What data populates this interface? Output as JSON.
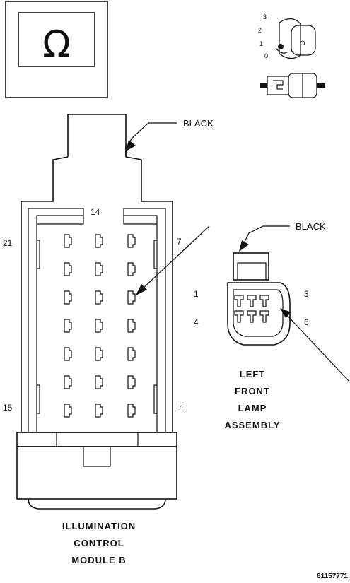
{
  "ohm_symbol": "Ω",
  "ignition": {
    "icon": "ignition-key-icon",
    "positions": [
      "3",
      "2",
      "1",
      "0"
    ],
    "key_letter": "O"
  },
  "module_connector": {
    "color_label": "BLACK",
    "cavity_labels": {
      "top": "14",
      "left_top": "21",
      "right_top": "7",
      "left_bottom": "15",
      "right_bottom": "1"
    },
    "caption_lines": [
      "ILLUMINATION",
      "CONTROL",
      "MODULE B"
    ]
  },
  "lamp_connector": {
    "color_label": "BLACK",
    "cavity_labels": {
      "top_left": "1",
      "top_right": "3",
      "bottom_left": "4",
      "bottom_right": "6"
    },
    "caption_lines": [
      "LEFT",
      "FRONT",
      "LAMP",
      "ASSEMBLY"
    ]
  },
  "part_number": "81157771"
}
